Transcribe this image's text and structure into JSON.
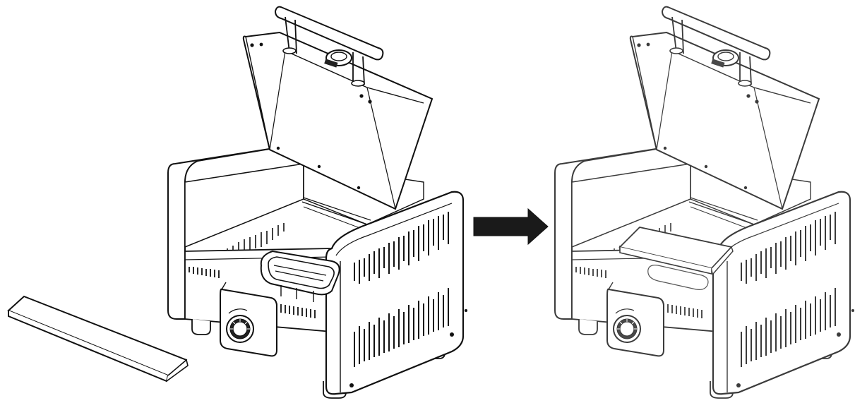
{
  "figure": {
    "panels": [
      {
        "id": "before",
        "state": "heat-shield plate removed, burner exposed"
      },
      {
        "id": "after",
        "state": "heat-shield plate installed over burner"
      }
    ],
    "arrow": {
      "direction": "right",
      "color": "#1a1a1a"
    },
    "loose_part": {
      "name": "heat-shield-plate"
    },
    "colors": {
      "line": "#111111",
      "light_line": "#555555",
      "fill": "#ffffff",
      "knob": "#222222"
    }
  }
}
